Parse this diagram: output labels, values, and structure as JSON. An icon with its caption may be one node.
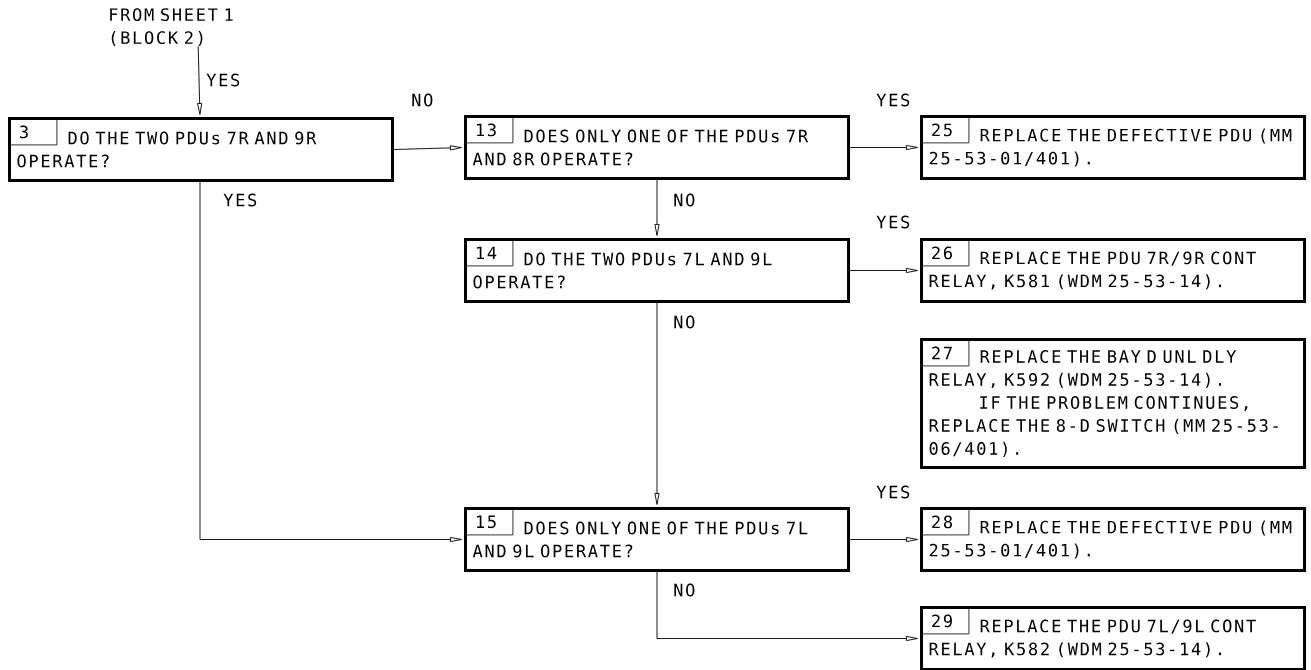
{
  "diagram": {
    "nodes": [
      {
        "text": [
          "FROM SHEET 1 (BLOCK 2)"
        ]
      },
      {
        "text": [
          "3",
          "DO THE TWO PDUs 7R AND 9R OPERATE?"
        ]
      },
      {
        "text": [
          "13",
          "DOES ONLY ONE OF THE PDUs 7R AND 8R OPERATE?"
        ]
      },
      {
        "text": [
          "25",
          "REPLACE THE DEFECTIVE PDU (MM 25-53-01/401)."
        ]
      },
      {
        "text": [
          "14",
          "DO THE TWO PDUs 7L AND 9L OPERATE?"
        ]
      },
      {
        "text": [
          "26",
          "REPLACE THE PDU 7R/9R CONT RELAY, K581 (WDM 25-53-14)."
        ]
      },
      {
        "text": [
          "27",
          "REPLACE THE BAY D UNL DLY RELAY, K592 (WDM 25-53-14).",
          "IF THE PROBLEM CONTINUES, REPLACE THE 8-D SWITCH (MM 25-53-06/401)."
        ]
      },
      {
        "text": [
          "15",
          "DOES ONLY ONE OF THE PDUs 7L AND 9L OPERATE?"
        ]
      },
      {
        "text": [
          "28",
          "REPLACE THE DEFECTIVE PDU (MM 25-53-01/401)."
        ]
      },
      {
        "text": [
          "29",
          "REPLACE THE PDU 7L/9L CONT RELAY, K582 (WDM 25-53-14)."
        ]
      }
    ],
    "edges": [
      {
        "from": 0,
        "to": 1,
        "arrow": "to",
        "label": "YES"
      },
      {
        "from": 1,
        "to": 2,
        "arrow": "to",
        "label": "NO"
      },
      {
        "from": 2,
        "to": 3,
        "arrow": "to",
        "label": "YES"
      },
      {
        "from": 2,
        "to": 4,
        "arrow": "to",
        "label": "NO"
      },
      {
        "from": 4,
        "to": 5,
        "arrow": "to",
        "label": "YES"
      },
      {
        "from": 4,
        "to": 7,
        "arrow": "to",
        "label": "NO"
      },
      {
        "from": 1,
        "to": 7,
        "arrow": "to",
        "label": "YES"
      },
      {
        "from": 7,
        "to": 8,
        "arrow": "to",
        "label": "YES"
      },
      {
        "from": 7,
        "to": 9,
        "arrow": "to",
        "label": "NO"
      }
    ]
  }
}
